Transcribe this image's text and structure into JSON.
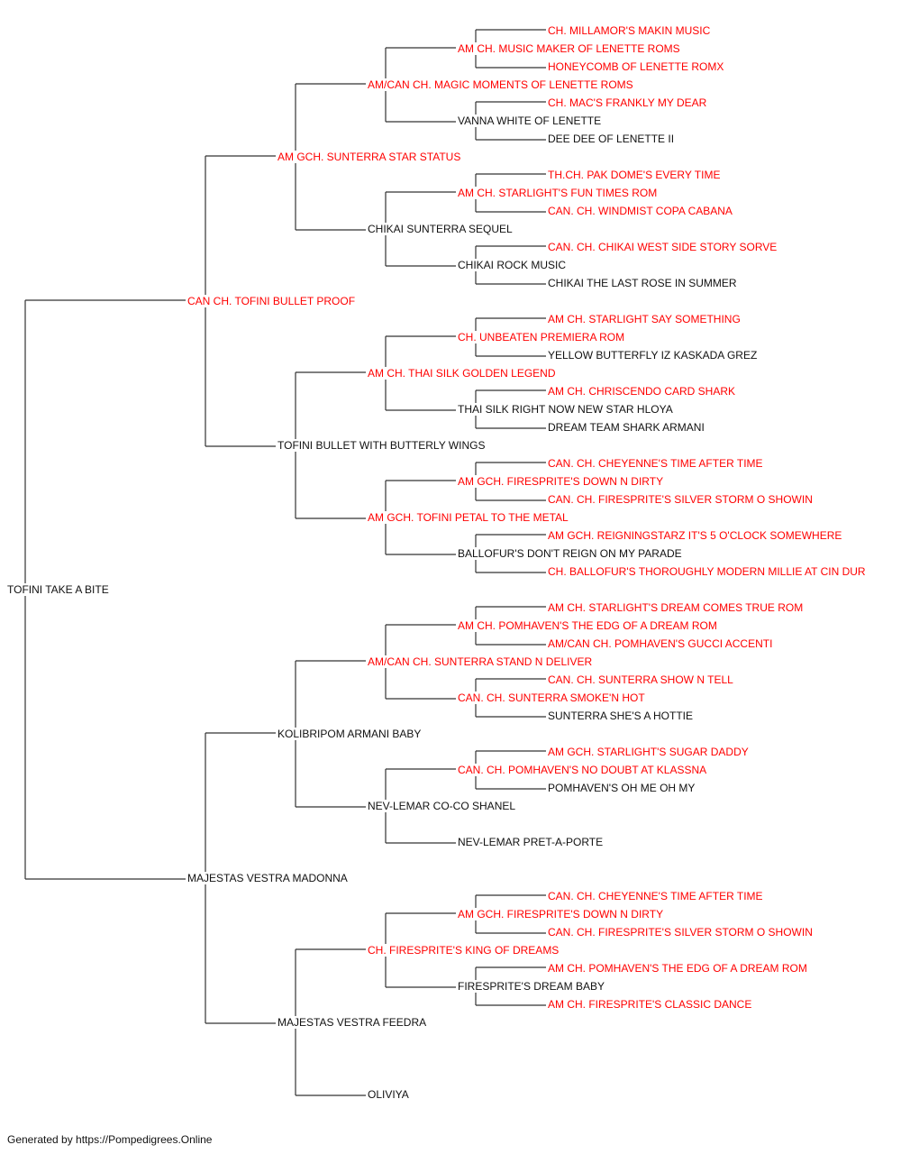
{
  "colors": {
    "titled": "#ff0000",
    "untitled": "#111111",
    "line": "#333333"
  },
  "pedigree": {
    "subject": {
      "name": "TOFINI TAKE A BITE",
      "titled": false
    },
    "sire": {
      "name": "CAN CH. TOFINI BULLET PROOF",
      "titled": true
    },
    "dam": {
      "name": "MAJESTAS VESTRA MADONNA",
      "titled": false
    },
    "generation_2": [
      {
        "name": "AM GCH. SUNTERRA STAR STATUS",
        "titled": true
      },
      {
        "name": "TOFINI BULLET WITH BUTTERLY WINGS",
        "titled": false
      },
      {
        "name": "KOLIBRIPOM ARMANI BABY",
        "titled": false
      },
      {
        "name": "MAJESTAS VESTRA FEEDRA",
        "titled": false
      }
    ],
    "generation_3": [
      {
        "name": "AM/CAN CH. MAGIC MOMENTS OF LENETTE ROMS",
        "titled": true
      },
      {
        "name": "CHIKAI SUNTERRA SEQUEL",
        "titled": false
      },
      {
        "name": "AM CH. THAI SILK GOLDEN LEGEND",
        "titled": true
      },
      {
        "name": "AM GCH. TOFINI PETAL TO THE METAL",
        "titled": true
      },
      {
        "name": "AM/CAN CH. SUNTERRA STAND N DELIVER",
        "titled": true
      },
      {
        "name": "NEV-LEMAR CO-CO SHANEL",
        "titled": false
      },
      {
        "name": "CH. FIRESPRITE'S KING OF DREAMS",
        "titled": true
      },
      {
        "name": "OLIVIYA",
        "titled": false
      }
    ],
    "generation_4": [
      {
        "name": "AM CH. MUSIC MAKER OF LENETTE ROMS",
        "titled": true
      },
      {
        "name": "VANNA WHITE OF LENETTE",
        "titled": false
      },
      {
        "name": "AM CH. STARLIGHT'S FUN TIMES ROM",
        "titled": true
      },
      {
        "name": "CHIKAI ROCK MUSIC",
        "titled": false
      },
      {
        "name": "CH. UNBEATEN PREMIERA ROM",
        "titled": true
      },
      {
        "name": "THAI SILK RIGHT NOW NEW STAR HLOYA",
        "titled": false
      },
      {
        "name": "AM GCH. FIRESPRITE'S DOWN N DIRTY",
        "titled": true
      },
      {
        "name": "BALLOFUR'S DON'T REIGN ON MY PARADE",
        "titled": false
      },
      {
        "name": "AM CH. POMHAVEN'S THE EDG OF A DREAM ROM",
        "titled": true
      },
      {
        "name": "CAN. CH. SUNTERRA SMOKE'N HOT",
        "titled": true
      },
      {
        "name": "CAN. CH. POMHAVEN'S NO DOUBT AT KLASSNA",
        "titled": true
      },
      {
        "name": "NEV-LEMAR PRET-A-PORTE",
        "titled": false
      },
      {
        "name": "AM GCH. FIRESPRITE'S DOWN N DIRTY",
        "titled": true
      },
      {
        "name": "FIRESPRITE'S DREAM BABY",
        "titled": false
      }
    ],
    "generation_5": [
      {
        "name": "CH. MILLAMOR'S MAKIN MUSIC",
        "titled": true
      },
      {
        "name": "HONEYCOMB OF LENETTE ROMX",
        "titled": true
      },
      {
        "name": "CH. MAC'S FRANKLY MY DEAR",
        "titled": true
      },
      {
        "name": "DEE DEE OF LENETTE II",
        "titled": false
      },
      {
        "name": "TH.CH. PAK DOME'S EVERY TIME",
        "titled": true
      },
      {
        "name": "CAN. CH. WINDMIST COPA CABANA",
        "titled": true
      },
      {
        "name": "CAN. CH. CHIKAI WEST SIDE STORY SORVE",
        "titled": true
      },
      {
        "name": "CHIKAI THE LAST ROSE IN SUMMER",
        "titled": false
      },
      {
        "name": "AM CH. STARLIGHT SAY SOMETHING",
        "titled": true
      },
      {
        "name": "YELLOW BUTTERFLY IZ KASKADA GREZ",
        "titled": false
      },
      {
        "name": "AM CH. CHRISCENDO CARD SHARK",
        "titled": true
      },
      {
        "name": "DREAM TEAM SHARK ARMANI",
        "titled": false
      },
      {
        "name": "CAN. CH. CHEYENNE'S TIME AFTER TIME",
        "titled": true
      },
      {
        "name": "CAN. CH. FIRESPRITE'S SILVER STORM O SHOWIN",
        "titled": true
      },
      {
        "name": "AM GCH. REIGNINGSTARZ IT'S 5 O'CLOCK SOMEWHERE",
        "titled": true
      },
      {
        "name": "CH. BALLOFUR'S THOROUGHLY MODERN MILLIE AT CIN DUR",
        "titled": true
      },
      {
        "name": "AM CH. STARLIGHT'S DREAM COMES TRUE ROM",
        "titled": true
      },
      {
        "name": "AM/CAN CH. POMHAVEN'S GUCCI ACCENTI",
        "titled": true
      },
      {
        "name": "CAN. CH. SUNTERRA SHOW N TELL",
        "titled": true
      },
      {
        "name": "SUNTERRA SHE'S A HOTTIE",
        "titled": false
      },
      {
        "name": "AM GCH. STARLIGHT'S SUGAR DADDY",
        "titled": true
      },
      {
        "name": "POMHAVEN'S OH ME OH MY",
        "titled": false
      },
      {
        "name": "CAN. CH. CHEYENNE'S TIME AFTER TIME",
        "titled": true
      },
      {
        "name": "CAN. CH. FIRESPRITE'S SILVER STORM O SHOWIN",
        "titled": true
      },
      {
        "name": "AM CH. POMHAVEN'S THE EDG OF A DREAM ROM",
        "titled": true
      },
      {
        "name": "AM CH. FIRESPRITE'S CLASSIC DANCE",
        "titled": true
      }
    ]
  },
  "footer": {
    "text": "Generated by https://Pompedigrees.Online"
  }
}
